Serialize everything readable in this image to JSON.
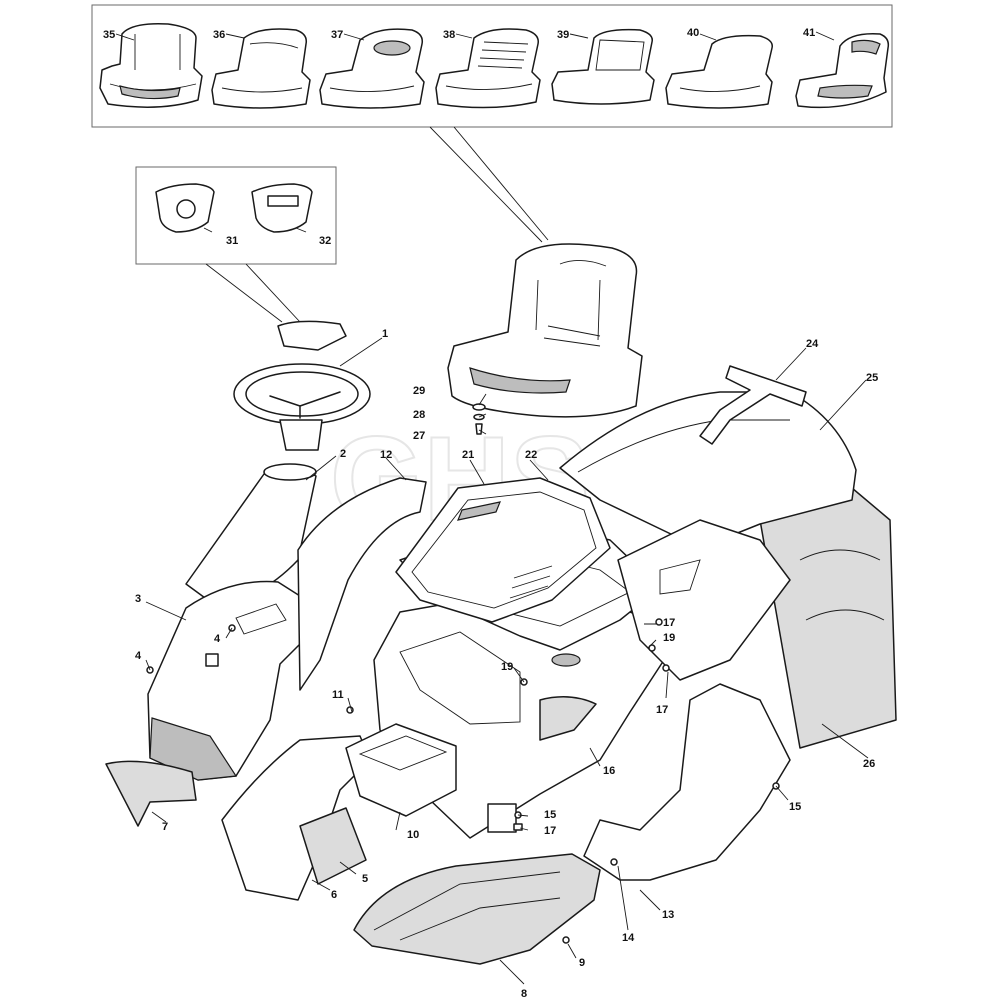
{
  "watermark": "GHS",
  "callouts": {
    "c1": "1",
    "c2": "2",
    "c3": "3",
    "c4a": "4",
    "c4b": "4",
    "c5": "5",
    "c6": "6",
    "c7": "7",
    "c8": "8",
    "c9": "9",
    "c10": "10",
    "c11": "11",
    "c12": "12",
    "c13": "13",
    "c14": "14",
    "c15a": "15",
    "c15b": "15",
    "c16": "16",
    "c17a": "17",
    "c17b": "17",
    "c17c": "17",
    "c19a": "19",
    "c19b": "19",
    "c21": "21",
    "c22": "22",
    "c24": "24",
    "c25": "25",
    "c26": "26",
    "c27": "27",
    "c28": "28",
    "c29": "29",
    "c31": "31",
    "c32": "32",
    "c35": "35",
    "c36": "36",
    "c37": "37",
    "c38": "38",
    "c39": "39",
    "c40": "40",
    "c41": "41"
  }
}
